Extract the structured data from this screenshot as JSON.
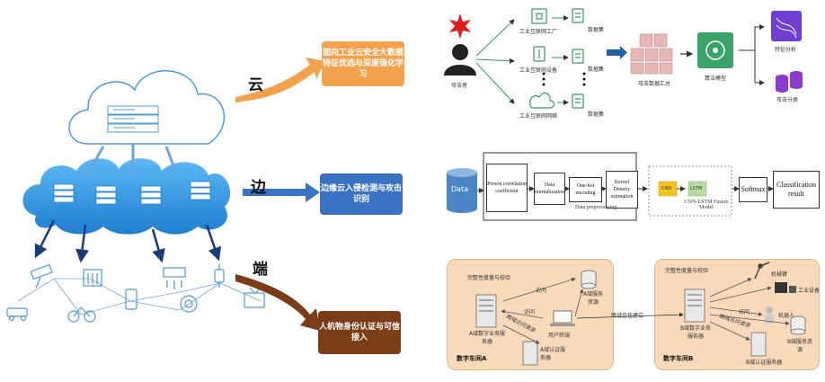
{
  "left": {
    "tiers": {
      "cloud": "云",
      "edge": "边",
      "end": "端"
    },
    "boxes": {
      "cloud": "面向工业云安全大数据特征优选与深度强化学习",
      "edge": "边缘云入侵检测与攻击识别",
      "end": "人机物身份认证与可信接入"
    },
    "colors": {
      "cloud_box": "#f2a24c",
      "edge_box": "#3b73c4",
      "end_box": "#7a3d17",
      "cloud_fill": "#3aa0e8"
    }
  },
  "top_right": {
    "attacker": "攻击者",
    "sources": [
      "工业互联网工厂",
      "工业互联网设备",
      "工业互联网网络"
    ],
    "dataset": "数据集",
    "aggregate": "攻击数据汇总",
    "model": "算法模型",
    "feature": "特征分析",
    "classify": "攻击分类"
  },
  "mid_right": {
    "data": "Data",
    "pearson": "Person correlation coefficient",
    "normalization": "Data normalization",
    "onehot": "One-hot encoding",
    "kde": "Kernel Density estimation",
    "preprocessing": "Data preprocessing",
    "cnn": "CNN",
    "lstm": "LSTM",
    "fusion": "CNN-LSTM Fusion Model",
    "softmax": "Softmax",
    "result": "Classification result"
  },
  "bottom_right": {
    "workshop_a": "数字车间A",
    "workshop_b": "数字车间B",
    "integrity_a": "完整性度量与校验",
    "integrity_b": "完整性度量与校验",
    "server_a": "A域数字业务服务器",
    "server_b": "B域数字业务服务器",
    "resource_a": "A域服务资源",
    "resource_b": "B域服务资源",
    "auth_a": "A域认证服务器",
    "auth_b": "B域认证服务器",
    "terminal": "用户终端",
    "cross": "跨域信任建立",
    "access_a": "访问",
    "access_a2": "访问",
    "access_b": "访问",
    "cross_access_a": "跨域访问请求",
    "cross_access_b": "跨域访问请求",
    "devices": [
      "机械臂",
      "工业设备",
      "机器人"
    ]
  }
}
